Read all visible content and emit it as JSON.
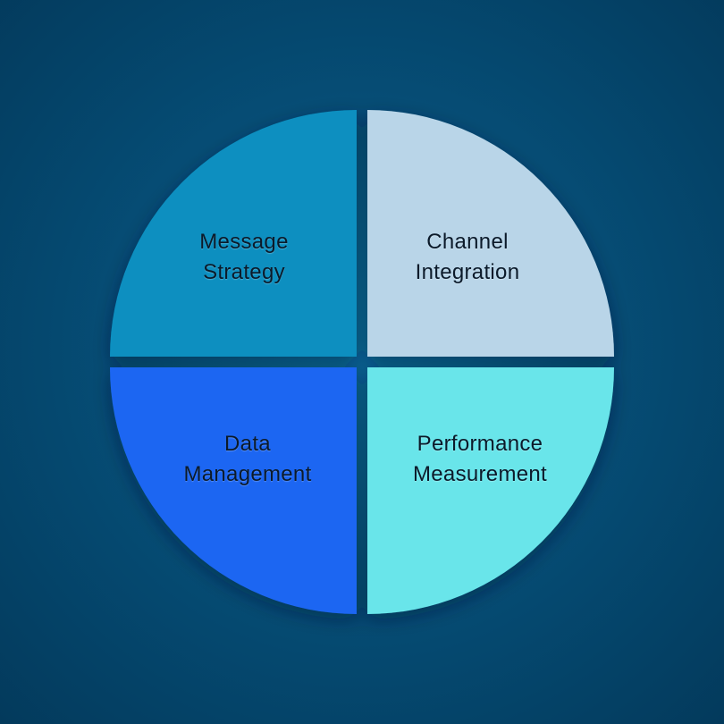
{
  "diagram": {
    "quadrants": [
      {
        "id": "top-left",
        "lines": [
          "Message",
          "Strategy"
        ],
        "color": "#0a8fc0"
      },
      {
        "id": "top-right",
        "lines": [
          "Channel",
          "Integration"
        ],
        "color": "#b9d5e8"
      },
      {
        "id": "bottom-left",
        "lines": [
          "Data",
          "Management"
        ],
        "color": "#1e66f2"
      },
      {
        "id": "bottom-right",
        "lines": [
          "Performance",
          "Measurement"
        ],
        "color": "#69e5ea"
      }
    ],
    "background": "#054a72",
    "divider_color": "#043b5b"
  }
}
